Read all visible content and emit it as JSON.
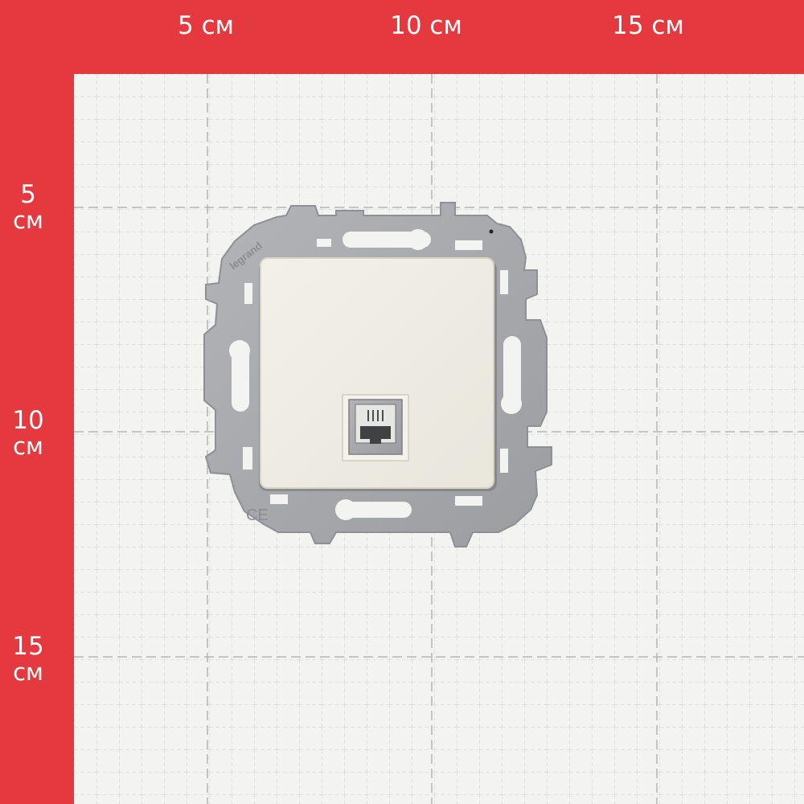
{
  "ruler_top": {
    "labels": [
      "5 см",
      "10 см",
      "15 см"
    ]
  },
  "ruler_left": {
    "labels": [
      {
        "num": "5",
        "unit": "см"
      },
      {
        "num": "10",
        "unit": "см"
      },
      {
        "num": "15",
        "unit": "см"
      }
    ]
  },
  "product": {
    "brand_text": "legrand",
    "mark_text": "CE",
    "colors": {
      "frame": "#a7a9ac",
      "plate": "#efede3",
      "jack": "#8f9193",
      "background_red": "#e43a3f",
      "paper": "#f3f3f2"
    }
  }
}
